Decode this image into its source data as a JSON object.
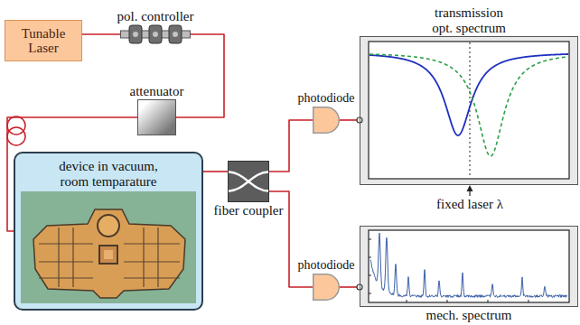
{
  "diagram": {
    "nodes": [
      {
        "text": [
          "Tunable Laser"
        ]
      },
      {
        "text": [
          "pol. controller"
        ]
      },
      {
        "text": [
          "attenuator"
        ]
      },
      {
        "text": [
          "device in vacuum, room temparature"
        ]
      },
      {
        "text": [
          "fiber coupler"
        ]
      },
      {
        "text": [
          "photodiode"
        ]
      },
      {
        "text": [
          "transmission opt. spectrum"
        ]
      },
      {
        "text": [
          "photodiode"
        ]
      },
      {
        "text": [
          "mech. spectrum"
        ]
      }
    ],
    "edges": [
      {
        "from": 0,
        "to": 1,
        "arrow": "none"
      },
      {
        "from": 1,
        "to": 2,
        "arrow": "none"
      },
      {
        "from": 2,
        "to": 3,
        "arrow": "none"
      },
      {
        "from": 3,
        "to": 4,
        "arrow": "none"
      },
      {
        "from": 4,
        "to": 5,
        "arrow": "none"
      },
      {
        "from": 5,
        "to": 6,
        "arrow": "none"
      },
      {
        "from": 4,
        "to": 7,
        "arrow": "none"
      },
      {
        "from": 7,
        "to": 8,
        "arrow": "none"
      }
    ],
    "labels": [
      "fixed laser λ"
    ]
  }
}
